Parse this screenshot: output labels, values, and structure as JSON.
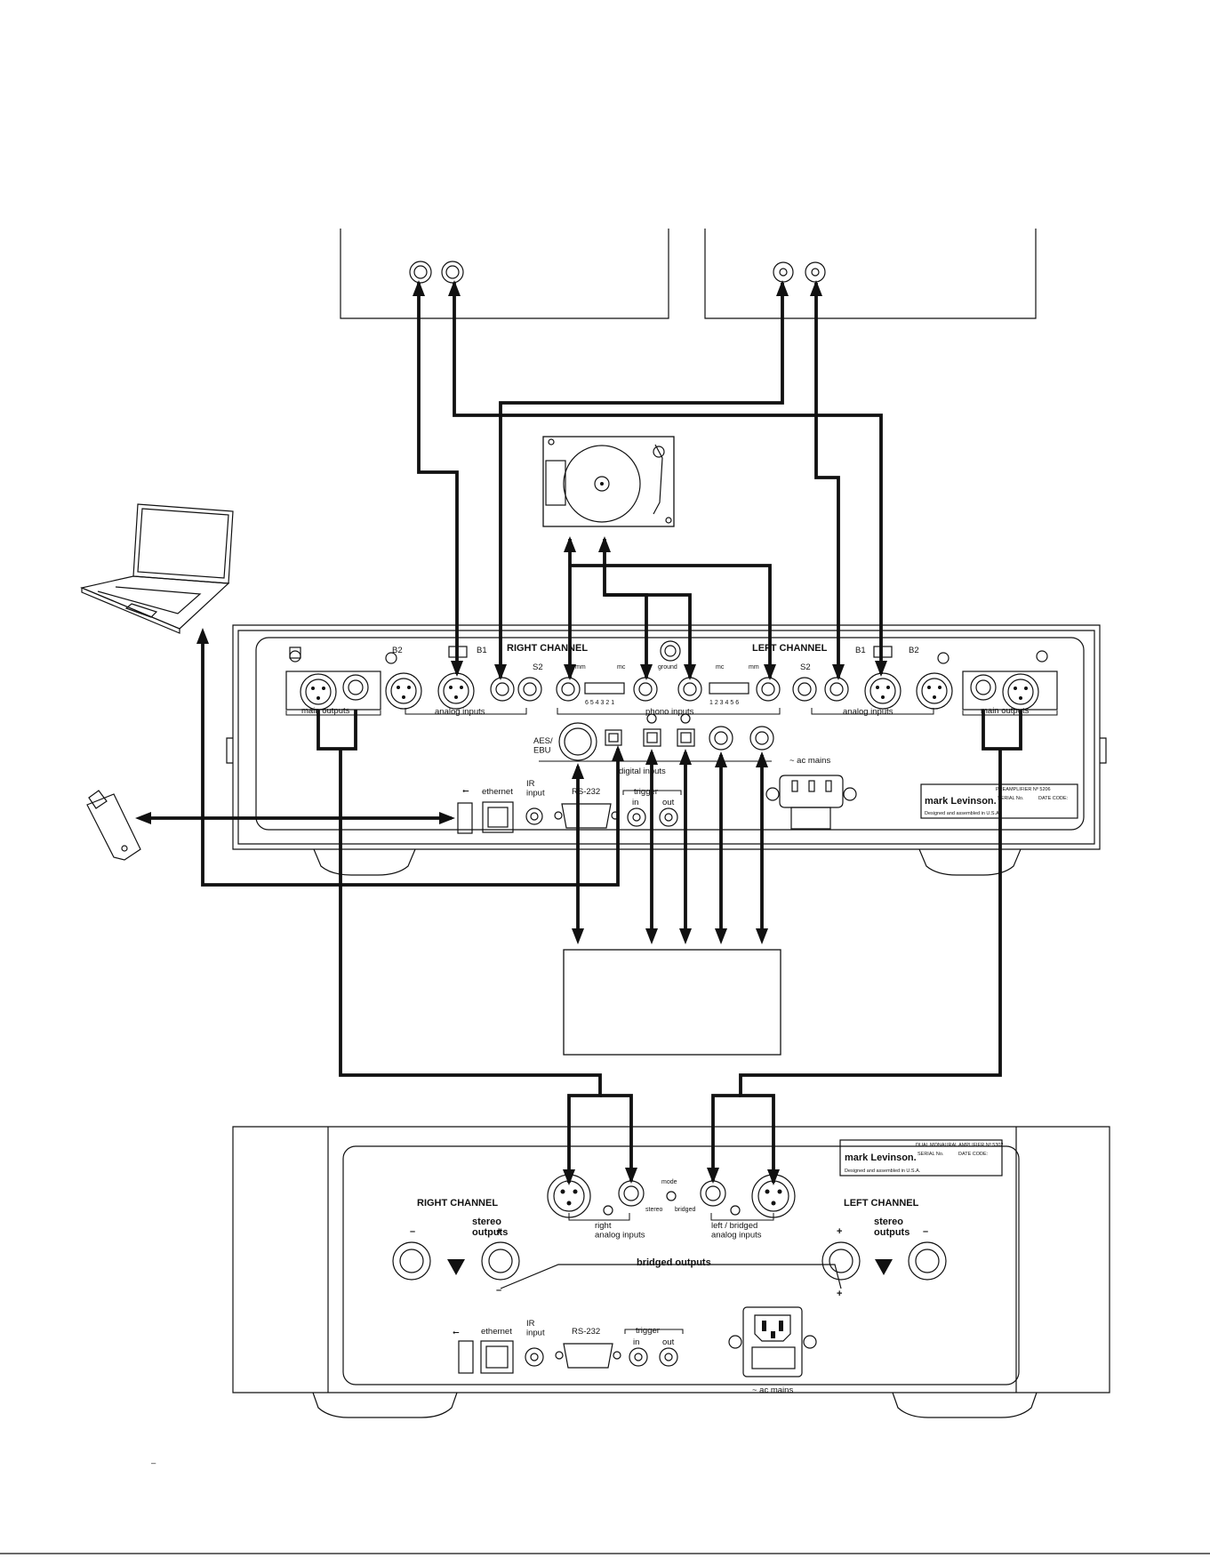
{
  "preamp": {
    "right_channel": "RIGHT CHANNEL",
    "left_channel": "LEFT CHANNEL",
    "b1": "B1",
    "b2": "B2",
    "s2": "S2",
    "mm": "mm",
    "mc": "mc",
    "ground": "ground",
    "dip_left": "6 5  4 3 2 1",
    "dip_right": "1 2 3 4  5 6",
    "main_outputs": "main outputs",
    "analog_inputs": "analog inputs",
    "phono_inputs": "phono inputs",
    "aes_ebu": "AES/\nEBU",
    "digital_inputs": "digital inputs",
    "ethernet": "ethernet",
    "ir_input": "IR\ninput",
    "rs232": "RS-232",
    "trigger": "trigger",
    "trigger_in": "in",
    "trigger_out": "out",
    "ac_mains": "~ ac mains",
    "brand": "mark Levinson.",
    "tagline": "Designed and assembled in U.S.A.",
    "model": "PREAMPLIFIER Nº 5206",
    "serial": "SERIAL No.",
    "date_code": "DATE CODE:"
  },
  "amp": {
    "right_channel": "RIGHT CHANNEL",
    "left_channel": "LEFT CHANNEL",
    "stereo_outputs": "stereo\noutputs",
    "minus": "–",
    "plus": "+",
    "bridged_outputs": "bridged outputs",
    "mode": "mode",
    "stereo": "stereo",
    "bridged": "bridged",
    "right_analog_inputs": "right\nanalog inputs",
    "left_analog_inputs": "left / bridged\nanalog inputs",
    "ethernet": "ethernet",
    "ir_input": "IR\ninput",
    "rs232": "RS-232",
    "trigger": "trigger",
    "trigger_in": "in",
    "trigger_out": "out",
    "ac_mains": "~ ac mains",
    "brand": "mark Levinson.",
    "tagline": "Designed and assembled in U.S.A.",
    "model": "DUAL MONAURAL AMPLIFIER Nº 5302",
    "serial": "SERIAL No.",
    "date_code": "DATE CODE:"
  },
  "footer_mark": "–"
}
